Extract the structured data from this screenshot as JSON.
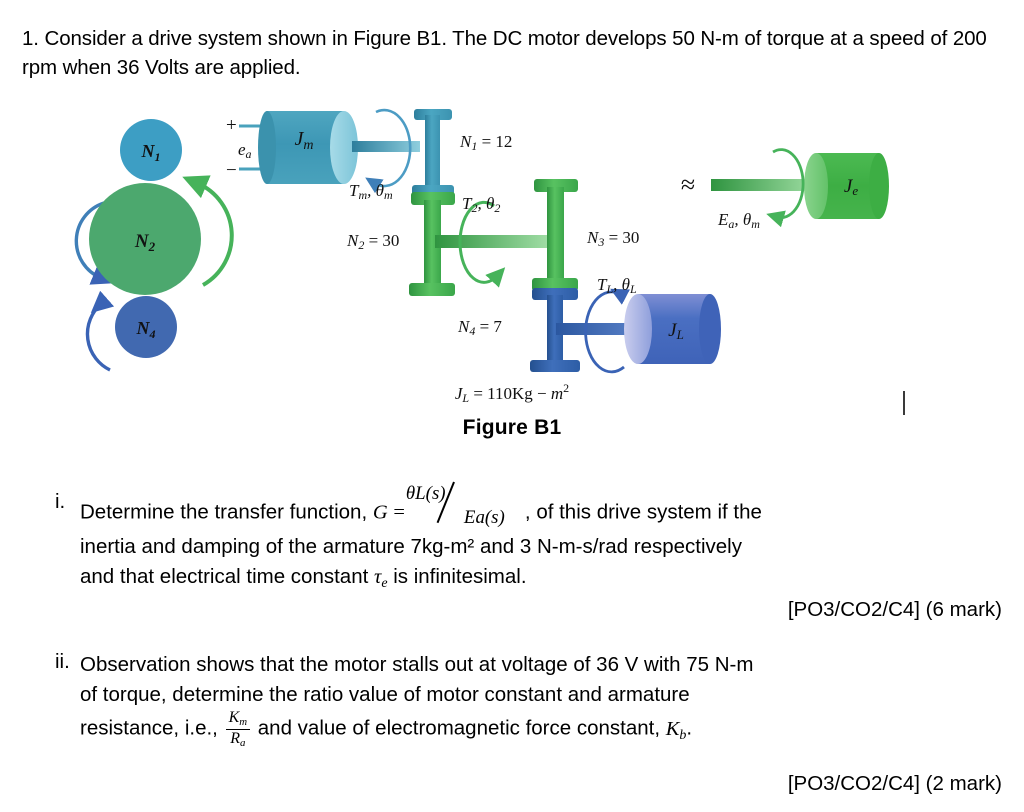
{
  "problem": {
    "number": "1.",
    "statement_line1": "1. Consider a drive system shown in Figure B1. The DC motor develops 50 N-m of",
    "statement_line2": "torque at a speed of 200 rpm when 36 Volts are applied.",
    "torque_value": "50 N-m",
    "speed_value": "200 rpm",
    "voltage_value": "36 Volts",
    "figure_ref": "Figure B1"
  },
  "figure": {
    "caption": "Figure B1",
    "gears": {
      "n1_circle_label": "N₁",
      "n2_circle_label": "N₂",
      "n4_circle_label": "N₄",
      "n1_value": "N₁ = 12",
      "n2_value": "N₂ = 30",
      "n3_value": "N₃ = 30",
      "n4_value": "N₄ = 7",
      "n1_num": 12,
      "n2_num": 30,
      "n3_num": 30,
      "n4_num": 7
    },
    "motor": {
      "inertia_label": "Jm",
      "voltage_label": "ea",
      "plus_sign": "+",
      "minus_sign": "−",
      "torque_label": "Tm, θm"
    },
    "shaft2": {
      "torque_label": "T₂, θ₂"
    },
    "load": {
      "inertia_label": "JL",
      "torque_label": "TL, θL",
      "inertia_value": "JL = 110Kg − m²",
      "inertia_number": 110,
      "inertia_units": "Kg-m²"
    },
    "equivalent": {
      "approx_sign": "≈",
      "inertia_label": "Je",
      "drive_label": "Ea, θm"
    },
    "colors": {
      "teal": "#3d97b5",
      "teal_light": "#8fcede",
      "green": "#4ca86e",
      "green_shaft": "#3fae52",
      "green_solid": "#3dae44",
      "green_light": "#7fd08a",
      "blue": "#4169b0",
      "blue_light": "#9fb2e0",
      "blue_dark": "#2e5aa8"
    }
  },
  "questions": [
    {
      "id": "i",
      "numeral": "i.",
      "text_before_fraction": "Determine the transfer function, ",
      "g_symbol": "G",
      "equals": "=",
      "fraction_numerator": "θL(s)",
      "fraction_denominator": "Ea(s)",
      "text_after_fraction": ", of this drive system if the",
      "line2": "inertia and damping of the armature 7kg-m² and 3 N-m-s/rad respectively",
      "line3_before_tau": "and that electrical time constant ",
      "tau_symbol": "τe",
      "line3_after_tau": " is infinitesimal.",
      "armature_inertia": "7kg-m²",
      "armature_damping": "3 N-m-s/rad",
      "marks": "[PO3/CO2/C4] (6 mark)"
    },
    {
      "id": "ii",
      "numeral": "ii.",
      "line1": "Observation shows that the motor stalls out at voltage of 36 V with 75 N-m",
      "line2": "of torque, determine the ratio value of motor constant and armature",
      "line3_before": "resistance, i.e., ",
      "ratio_numerator": "Km",
      "ratio_denominator": "Ra",
      "line3_middle": " and value of electromagnetic force constant, ",
      "kb_symbol": "Kb",
      "line3_after": ".",
      "stall_voltage": "36 V",
      "stall_torque": "75 N-m",
      "marks": "[PO3/CO2/C4] (2 mark)"
    }
  ]
}
